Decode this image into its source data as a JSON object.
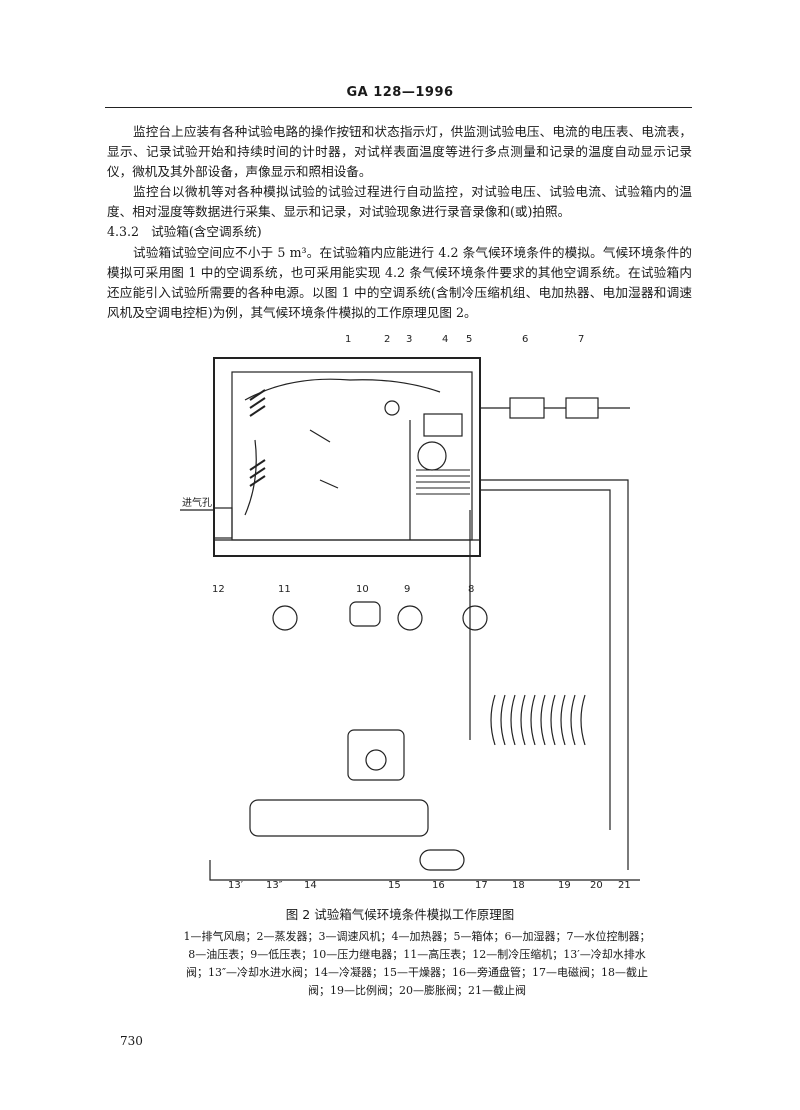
{
  "header": {
    "standard": "GA 128—1996"
  },
  "paragraphs": [
    "监控台上应装有各种试验电路的操作按钮和状态指示灯，供监测试验电压、电流的电压表、电流表，显示、记录试验开始和持续时间的计时器，对试样表面温度等进行多点测量和记录的温度自动显示记录仪，微机及其外部设备，声像显示和照相设备。",
    "监控台以微机等对各种模拟试验的试验过程进行自动监控，对试验电压、试验电流、试验箱内的温度、相对湿度等数据进行采集、显示和记录，对试验现象进行录音录像和(或)拍照。"
  ],
  "section": {
    "number": "4.3.2",
    "title": "试验箱(含空调系统)"
  },
  "section_paragraph": "试验箱试验空间应不小于 5 m³。在试验箱内应能进行 4.2 条气候环境条件的模拟。气候环境条件的模拟可采用图 1 中的空调系统，也可采用能实现 4.2 条气候环境条件要求的其他空调系统。在试验箱内还应能引入试验所需要的各种电源。以图 1 中的空调系统(含制冷压缩机组、电加热器、电加湿器和调速风机及空调电控柜)为例，其气候环境条件模拟的工作原理见图 2。",
  "figure": {
    "caption": "图 2   试验箱气候环境条件模拟工作原理图",
    "inlet_label": "进气孔",
    "numbers_top": [
      "1",
      "2",
      "3",
      "4",
      "5",
      "6",
      "7"
    ],
    "numbers_mid": [
      "12",
      "11",
      "10",
      "9",
      "8"
    ],
    "numbers_bottom": [
      "13′",
      "13″",
      "14",
      "15",
      "16",
      "17",
      "18",
      "19",
      "20",
      "21"
    ],
    "legend": [
      "1—排气风扇；2—蒸发器；3—调速风机；4—加热器；5—箱体；6—加湿器；7—水位控制器；",
      "8—油压表；9—低压表；10—压力继电器；11—高压表；12—制冷压缩机；13′—冷却水排水",
      "阀；13″—冷却水进水阀；14—冷凝器；15—干燥器；16—旁通盘管；17—电磁阀；18—截止",
      "阀；19—比例阀；20—膨胀阀；21—截止阀"
    ]
  },
  "page_number": "730"
}
